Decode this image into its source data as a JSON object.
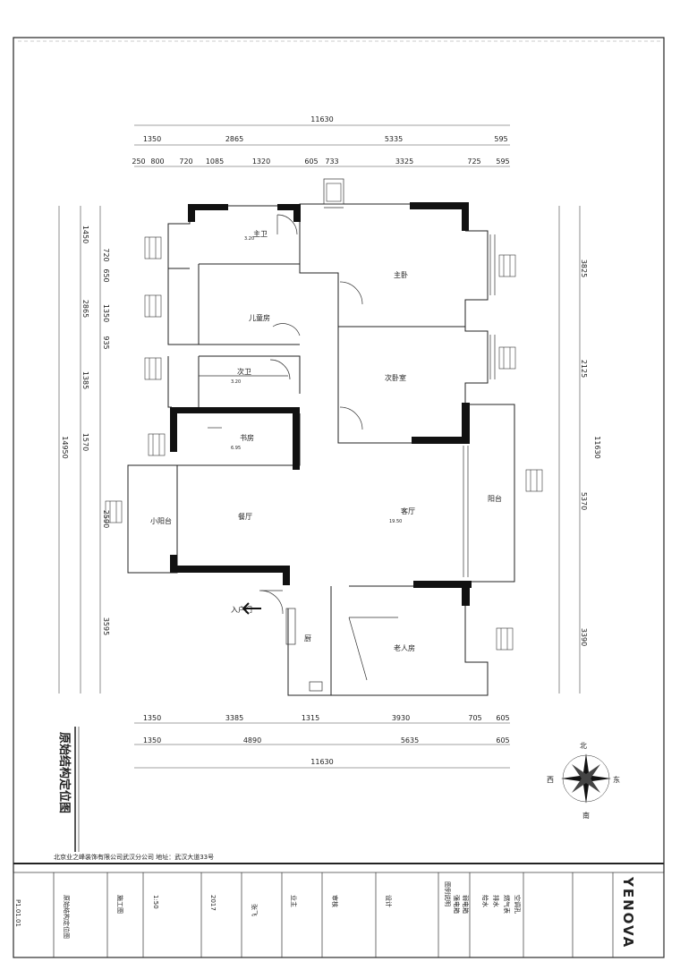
{
  "plan": {
    "title": "原始结构定位图",
    "company_line": "北京业之峰装饰有限公司武汉分公司   地址：武汉大道33号",
    "brand": "YENOVA"
  },
  "rooms": {
    "master_bath": "主卫",
    "master_bath_area": "3.20",
    "master_bedroom": "主卧",
    "child_room": "儿童房",
    "second_bath": "次卫",
    "second_bath_area": "3.20",
    "study": "书房",
    "study_area": "6.95",
    "second_bedroom": "次卧室",
    "balcony": "小阳台",
    "dining": "餐厅",
    "living": "客厅",
    "living_area": "19.50",
    "loggia": "阳台",
    "elder_room": "老人房",
    "kitchen": "厨",
    "entrance": "入户门"
  },
  "compass": {
    "north": "北",
    "south": "南",
    "east": "东",
    "west": "西"
  },
  "dims": {
    "top_total": "11630",
    "top_row1": [
      "1350",
      "2865",
      "5335",
      "595"
    ],
    "top_row2": [
      "250",
      "800",
      "720",
      "1085",
      "1320",
      "605",
      "733",
      "3325",
      "725",
      "595"
    ],
    "bottom_row1": [
      "1350",
      "3385",
      "1315",
      "3930",
      "705",
      "605"
    ],
    "bottom_row2": [
      "1350",
      "4890",
      "5635",
      "605"
    ],
    "bottom_total": "11630",
    "left_total": "14950",
    "left_segments": [
      "1450",
      "720",
      "650",
      "2865",
      "1350",
      "935",
      "1385",
      "1570",
      "2590",
      "3595"
    ],
    "right_total": "11630",
    "right_segments": [
      "3825",
      "2125",
      "5370",
      "3390"
    ]
  },
  "title_block": {
    "cells": [
      "原始结构定位图",
      "施工图",
      "1:50",
      "2017",
      "张飞",
      "业主",
      "审核",
      "设计",
      "图例说明",
      "强电箱",
      "弱电箱",
      "给水",
      "排水",
      "燃气表",
      "空调孔"
    ],
    "sheet_no": "P1.01.01"
  }
}
